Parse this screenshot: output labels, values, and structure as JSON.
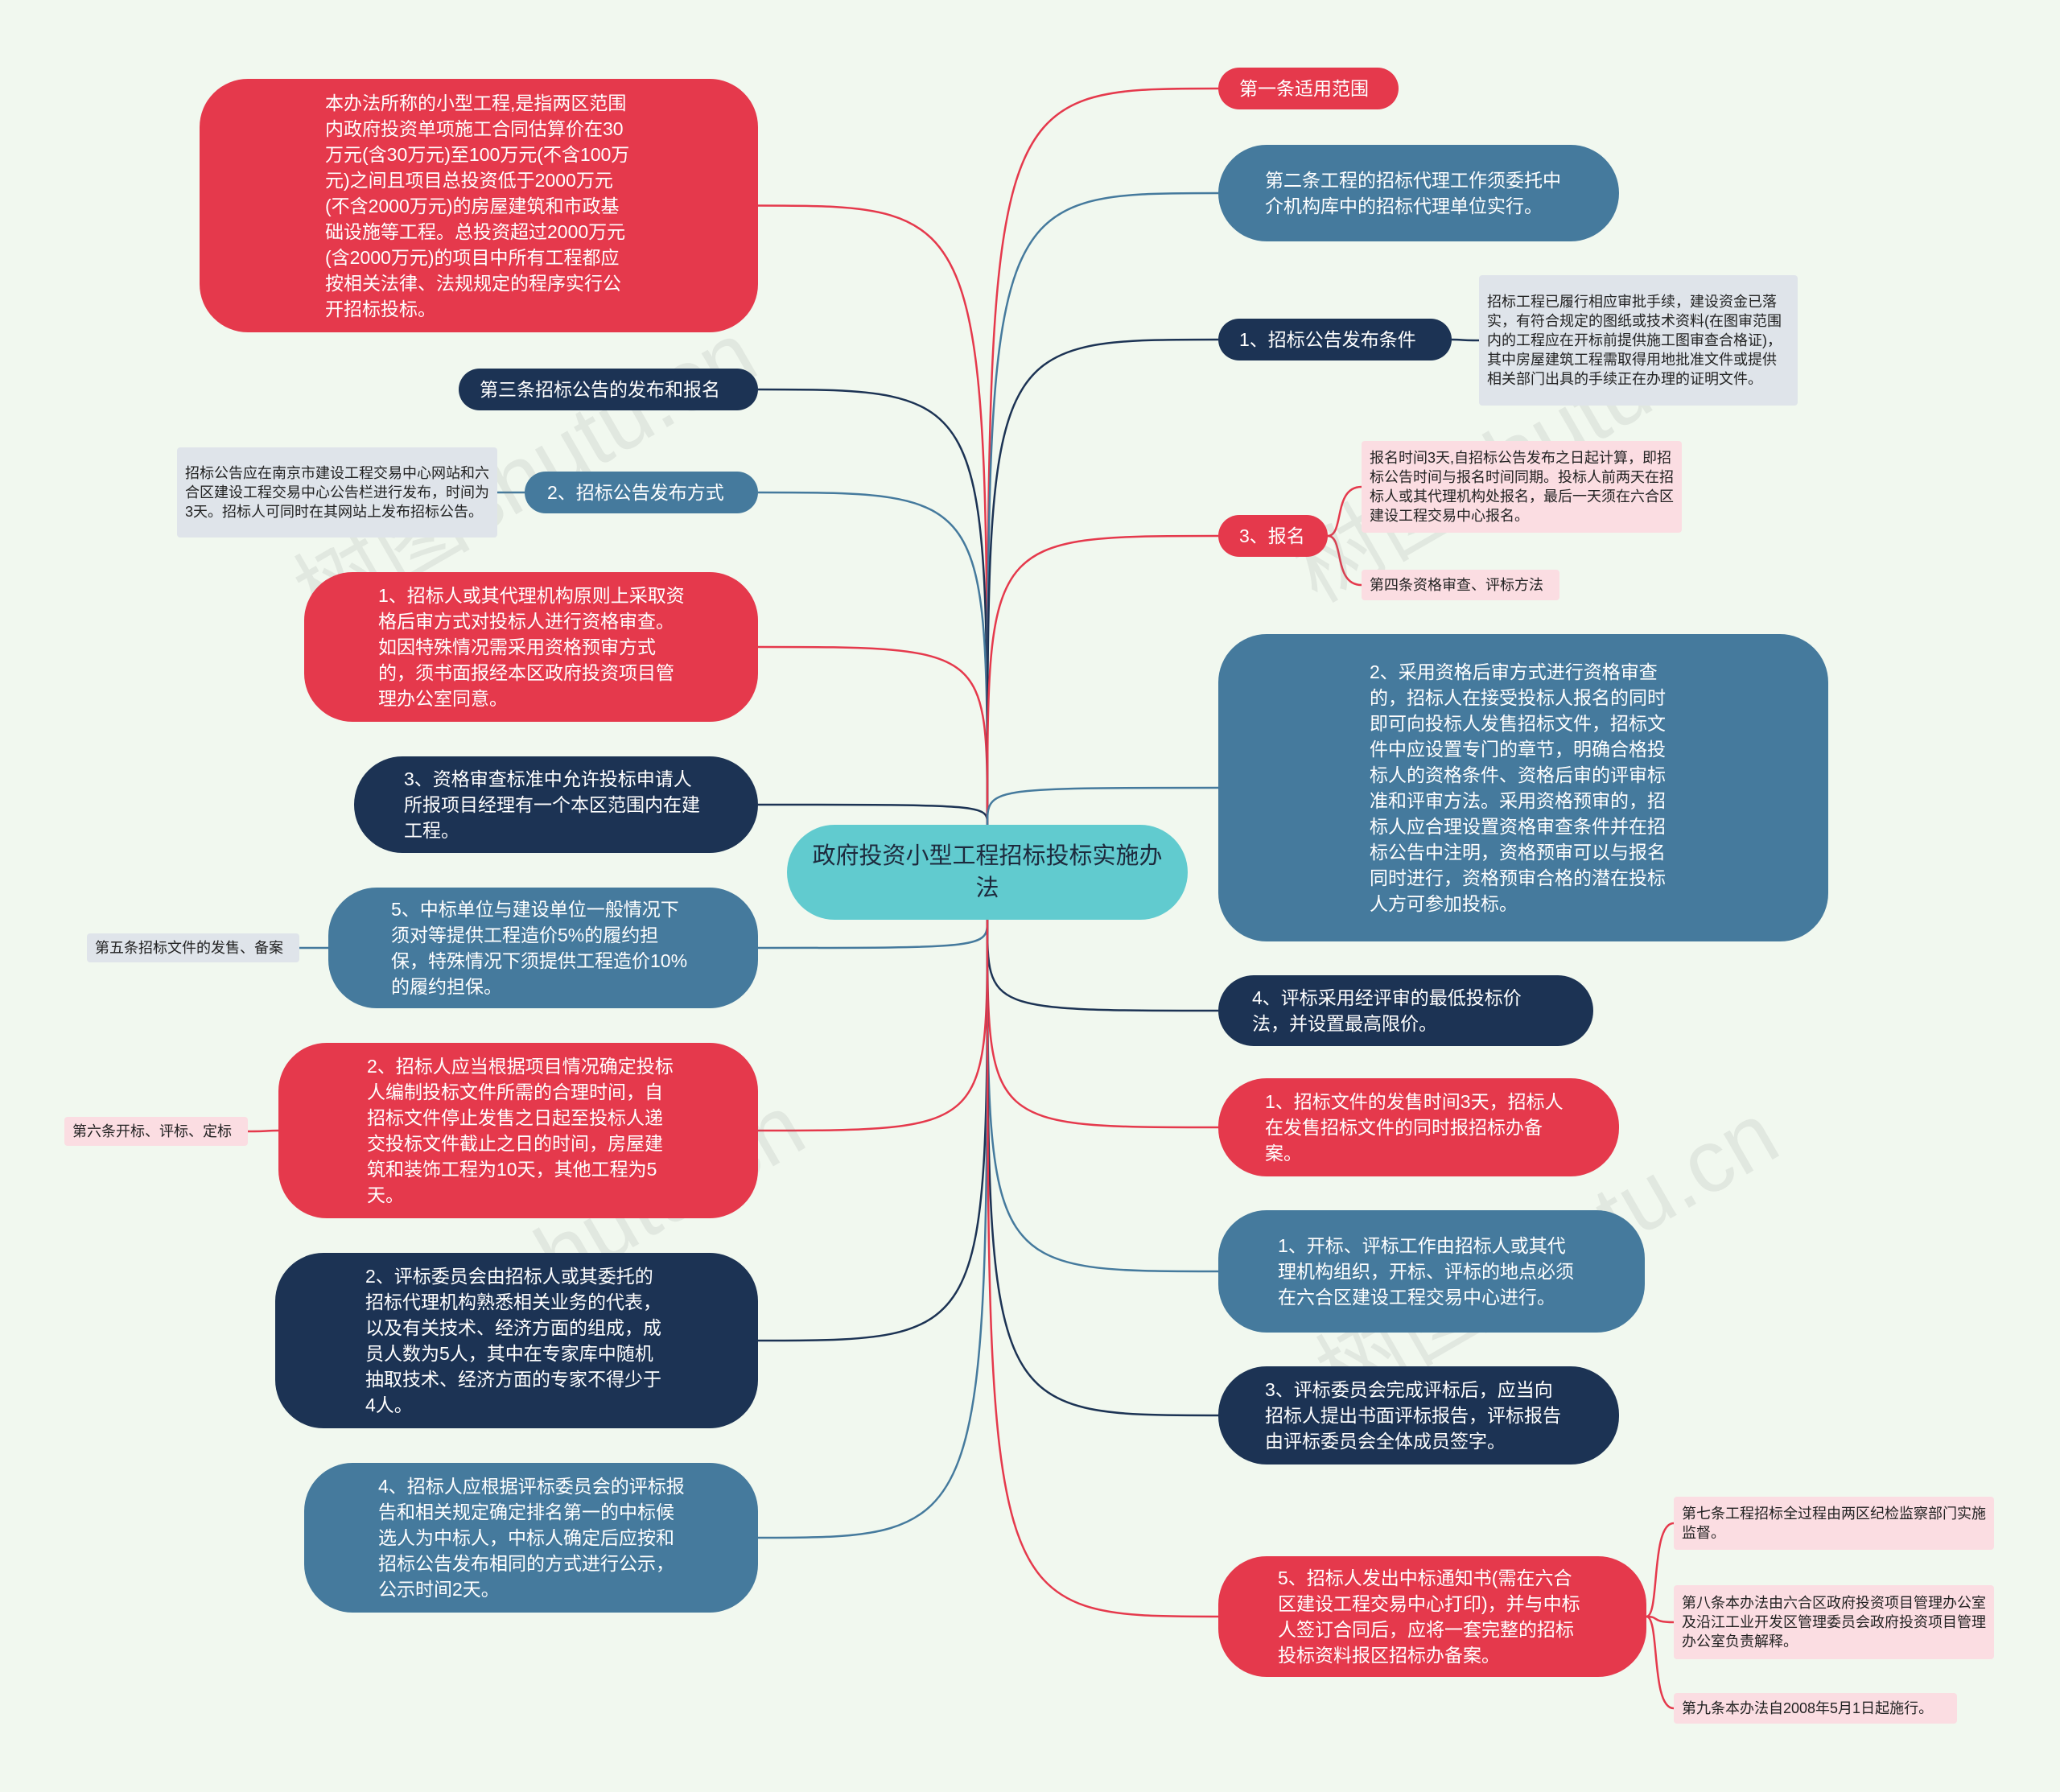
{
  "center": {
    "title": "政府投资小型工程招标投标实施办法"
  },
  "colors": {
    "red": "#e5394c",
    "navy": "#1c3354",
    "teal": "#457a9d",
    "center": "#61cbcf",
    "pink_note": "#fbdde2",
    "grey_note": "#dfe4ea",
    "background": "#f1f8ef"
  },
  "left": {
    "definition": "本办法所称的小型工程,是指两区范围内政府投资单项施工合同估算价在30万元(含30万元)至100万元(不含100万元)之间且项目总投资低于2000万元(不含2000万元)的房屋建筑和市政基础设施等工程。总投资超过2000万元(含2000万元)的项目中所有工程都应按相关法律、法规规定的程序实行公开招标投标。",
    "article3": "第三条招标公告的发布和报名",
    "publish_method_note": "招标公告应在南京市建设工程交易中心网站和六合区建设工程交易中心公告栏进行发布，时间为3天。招标人可同时在其网站上发布招标公告。",
    "publish_method": "2、招标公告发布方式",
    "qual_1": "1、招标人或其代理机构原则上采取资格后审方式对投标人进行资格审查。如因特殊情况需采用资格预审方式的，须书面报经本区政府投资项目管理办公室同意。",
    "qual_3": "3、资格审查标准中允许投标申请人所报项目经理有一个本区范围内在建工程。",
    "article5": "第五条招标文件的发售、备案",
    "doc_5": "5、中标单位与建设单位一般情况下须对等提供工程造价5%的履约担保，特殊情况下须提供工程造价10%的履约担保。",
    "article6": "第六条开标、评标、定标",
    "doc_2": "2、招标人应当根据项目情况确定投标人编制投标文件所需的合理时间，自招标文件停止发售之日起至投标人递交投标文件截止之日的时间，房屋建筑和装饰工程为10天，其他工程为5天。",
    "eval_2": "2、评标委员会由招标人或其委托的招标代理机构熟悉相关业务的代表，以及有关技术、经济方面的组成，成员人数为5人，其中在专家库中随机抽取技术、经济方面的专家不得少于4人。",
    "eval_4": "4、招标人应根据评标委员会的评标报告和相关规定确定排名第一的中标候选人为中标人，中标人确定后应按和招标公告发布相同的方式进行公示，公示时间2天。"
  },
  "right": {
    "article1": "第一条适用范围",
    "article2": "第二条工程的招标代理工作须委托中介机构库中的招标代理单位实行。",
    "cond_1": "1、招标公告发布条件",
    "cond_1_note": "招标工程已履行相应审批手续，建设资金已落实，有符合规定的图纸或技术资料(在图审范围内的工程应在开标前提供施工图审查合格证)，其中房屋建筑工程需取得用地批准文件或提供相关部门出具的手续正在办理的证明文件。",
    "reg_3": "3、报名",
    "reg_note": "报名时间3天,自招标公告发布之日起计算，即招标公告时间与报名时间同期。投标人前两天在招标人或其代理机构处报名，最后一天须在六合区建设工程交易中心报名。",
    "article4": "第四条资格审查、评标方法",
    "qual_2": "2、采用资格后审方式进行资格审查的，招标人在接受投标人报名的同时即可向投标人发售招标文件，招标文件中应设置专门的章节，明确合格投标人的资格条件、资格后审的评审标准和评审方法。采用资格预审的，招标人应合理设置资格审查条件并在招标公告中注明，资格预审可以与报名同时进行，资格预审合格的潜在投标人方可参加投标。",
    "qual_4": "4、评标采用经评审的最低投标价法，并设置最高限价。",
    "doc_1": "1、招标文件的发售时间3天，招标人在发售招标文件的同时报招标办备案。",
    "eval_1": "1、开标、评标工作由招标人或其代理机构组织，开标、评标的地点必须在六合区建设工程交易中心进行。",
    "eval_3": "3、评标委员会完成评标后，应当向招标人提出书面评标报告，评标报告由评标委员会全体成员签字。",
    "eval_5": "5、招标人发出中标通知书(需在六合区建设工程交易中心打印)，并与中标人签订合同后，应将一套完整的招标投标资料报区招标办备案。",
    "article7": "第七条工程招标全过程由两区纪检监察部门实施监督。",
    "article8": "第八条本办法由六合区政府投资项目管理办公室及沿江工业开发区管理委员会政府投资项目管理办公室负责解释。",
    "article9": "第九条本办法自2008年5月1日起施行。"
  },
  "watermark": "树图shutu.cn"
}
